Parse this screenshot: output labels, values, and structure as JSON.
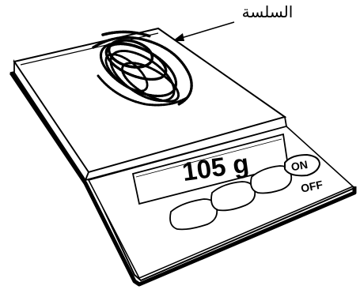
{
  "annotation": {
    "label": "السلسة"
  },
  "scale": {
    "reading": "105 g",
    "power_button": {
      "on_label": "ON",
      "off_label": "OFF"
    }
  },
  "colors": {
    "ink": "#000000",
    "paper": "#ffffff"
  }
}
